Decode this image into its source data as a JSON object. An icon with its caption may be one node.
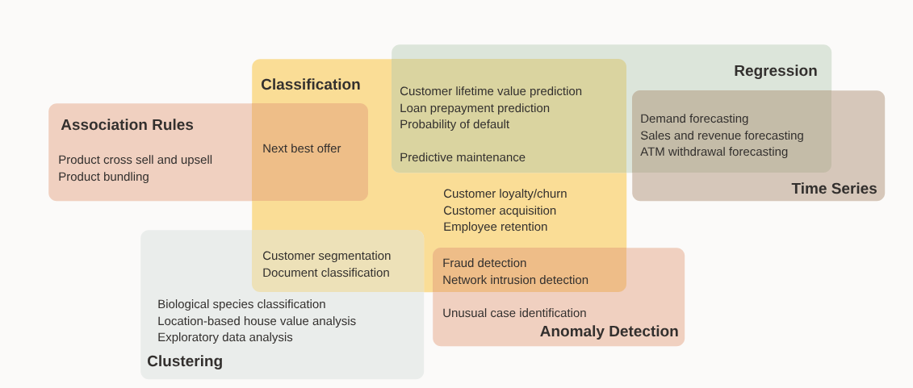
{
  "diagram": {
    "nodes": [
      {
        "text": [
          "Association Rules",
          "Product cross sell and upsell",
          "Product bundling"
        ]
      },
      {
        "text": [
          "Classification",
          "Customer loyalty/churn",
          "Customer acquisition",
          "Employee retention"
        ]
      },
      {
        "text": [
          "Regression"
        ]
      },
      {
        "text": [
          "Time Series"
        ]
      },
      {
        "text": [
          "Biological species classification",
          "Location-based house value analysis",
          "Exploratory data analysis",
          "Clustering"
        ]
      },
      {
        "text": [
          "Unusual case identification",
          "Anomaly Detection"
        ]
      }
    ],
    "labels": [
      "Next best offer",
      "Customer lifetime value prediction",
      "Loan prepayment prediction",
      "Probability of default",
      "Predictive maintenance",
      "Demand forecasting",
      "Sales and revenue forecasting",
      "ATM withdrawal forecasting",
      "Customer segmentation",
      "Document classification",
      "Fraud detection",
      "Network intrusion detection"
    ]
  }
}
